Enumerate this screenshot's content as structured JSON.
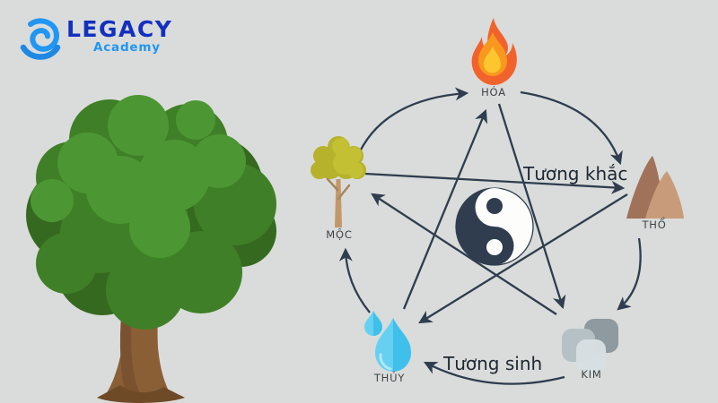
{
  "page": {
    "background_color": "#d9dcda"
  },
  "logo": {
    "title": "LEGACY",
    "subtitle": "Academy",
    "title_color": "#1330bf",
    "subtitle_color": "#2196f3",
    "icon": "legacy-g-swoosh-icon"
  },
  "illustration": {
    "icon": "big-green-tree-illustration"
  },
  "diagram": {
    "center_icon": "yin-yang-icon",
    "arrow_color": "#2f3d4f",
    "labels": {
      "destruction_cycle": "Tương khắc",
      "generation_cycle": "Tương sinh"
    },
    "elements": [
      {
        "id": "hoa",
        "label": "HÓA",
        "icon": "fire-icon",
        "color": "#f2622b"
      },
      {
        "id": "tho",
        "label": "THỔ",
        "icon": "mountain-icon",
        "color": "#c89c7b"
      },
      {
        "id": "kim",
        "label": "KIM",
        "icon": "metal-stones-icon",
        "color": "#9aa5ab"
      },
      {
        "id": "thuy",
        "label": "THỦY",
        "icon": "water-drops-icon",
        "color": "#45c3ec"
      },
      {
        "id": "moc",
        "label": "MỘC",
        "icon": "small-tree-icon",
        "color": "#b6b22b"
      }
    ],
    "cycles": {
      "generation_sequence": [
        "MỘC",
        "HÓA",
        "THỔ",
        "KIM",
        "THỦY",
        "MỘC"
      ],
      "destruction_sequence": [
        "MỘC",
        "THỔ",
        "THỦY",
        "HÓA",
        "KIM",
        "MỘC"
      ]
    }
  }
}
